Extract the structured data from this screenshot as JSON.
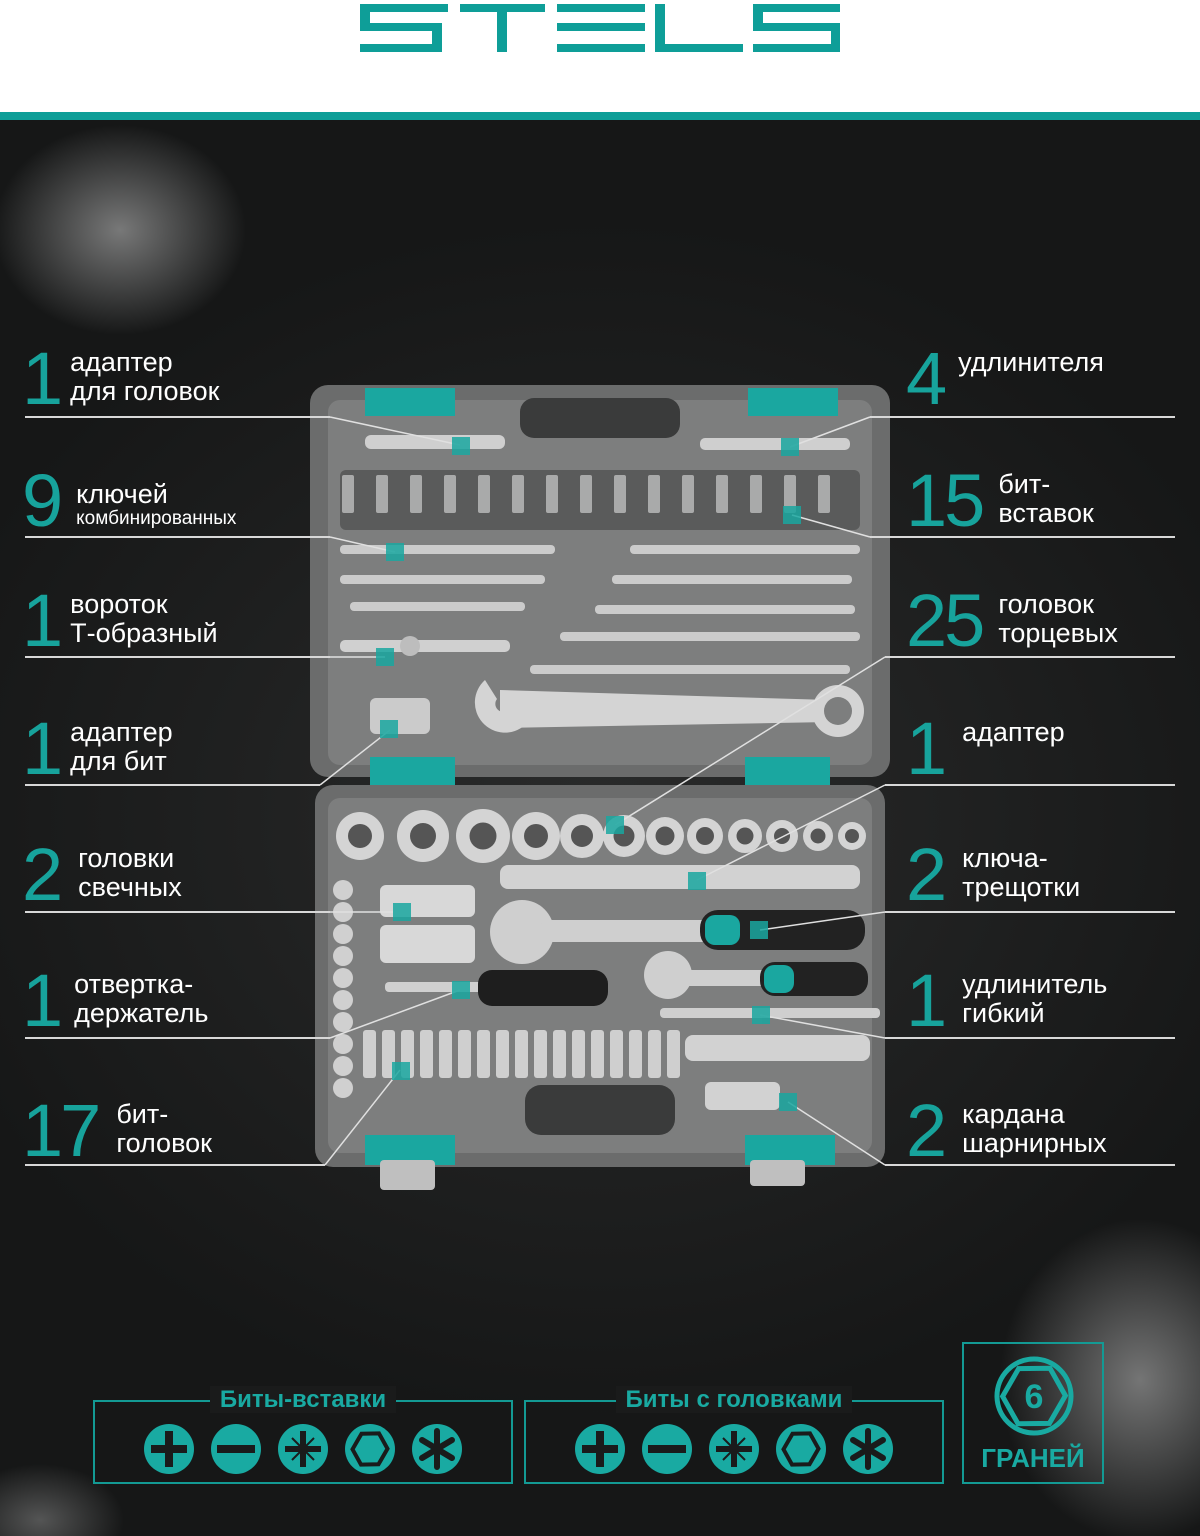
{
  "brand": {
    "logo_text": "STELS",
    "accent": "#0e9e98"
  },
  "left_items": [
    {
      "count": "1",
      "line1": "адаптер",
      "line2": "для головок"
    },
    {
      "count": "9",
      "line1": "ключей",
      "line2": "комбинированных"
    },
    {
      "count": "1",
      "line1": "вороток",
      "line2": "Т-образный"
    },
    {
      "count": "1",
      "line1": "адаптер",
      "line2": "для бит"
    },
    {
      "count": "2",
      "line1": "головки",
      "line2": "свечных"
    },
    {
      "count": "1",
      "line1": "отвертка-",
      "line2": "держатель"
    },
    {
      "count": "17",
      "line1": "бит-",
      "line2": "головок"
    }
  ],
  "right_items": [
    {
      "count": "4",
      "line1": "",
      "line2": "удлинителя"
    },
    {
      "count": "15",
      "line1": "бит-",
      "line2": "вставок"
    },
    {
      "count": "25",
      "line1": "головок",
      "line2": "торцевых"
    },
    {
      "count": "1",
      "line1": "",
      "line2": "адаптер"
    },
    {
      "count": "2",
      "line1": "ключа-",
      "line2": "трещотки"
    },
    {
      "count": "1",
      "line1": "удлинитель",
      "line2": "гибкий"
    },
    {
      "count": "2",
      "line1": "кардана",
      "line2": "шарнирных"
    }
  ],
  "bits_inserts": {
    "title": "Биты-вставки",
    "icons": [
      "phillips-icon",
      "slotted-icon",
      "pozidriv-icon",
      "hex-icon",
      "torx-icon"
    ]
  },
  "bits_sockets": {
    "title": "Биты с головками",
    "icons": [
      "phillips-icon",
      "slotted-icon",
      "pozidriv-icon",
      "hex-icon",
      "torx-icon"
    ]
  },
  "faces": {
    "count": "6",
    "label": "ГРАНЕЙ"
  }
}
